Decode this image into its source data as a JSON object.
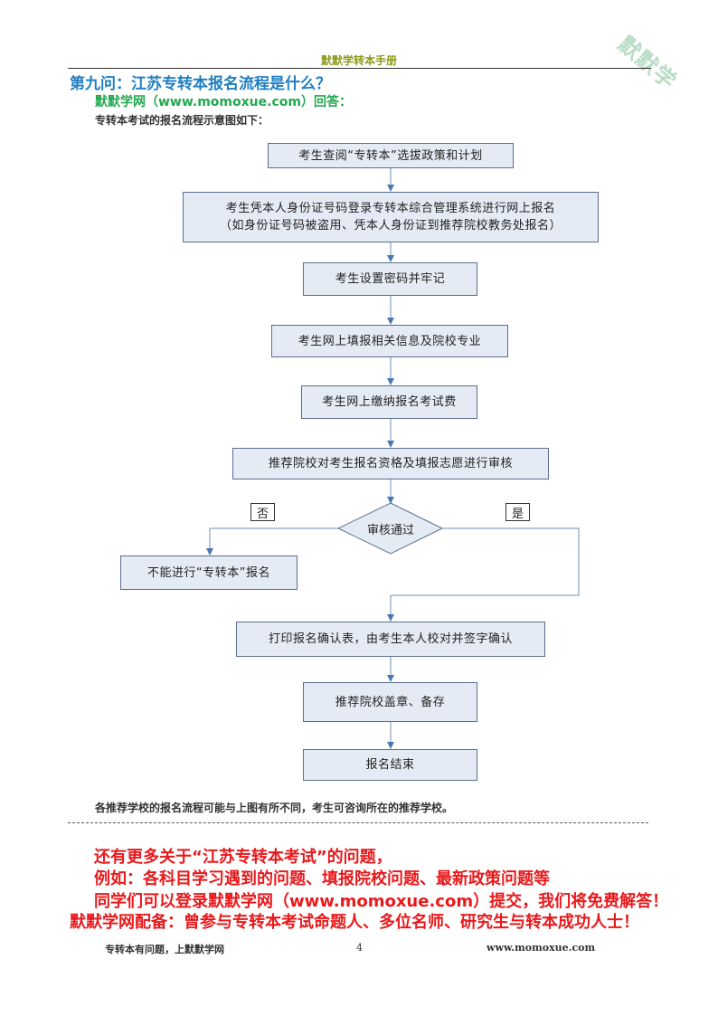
{
  "watermark": "默默学",
  "header": {
    "title": "默默学转本手册"
  },
  "question": {
    "title": "第九问：江苏专转本报名流程是什么？",
    "answer_line": "默默学网（www.momoxue.com）回答：",
    "intro": "专转本考试的报名流程示意图如下："
  },
  "flowchart": {
    "steps": [
      "考生查阅“专转本”选拔政策和计划",
      "考生凭本人身份证号码登录专转本综合管理系统进行网上报名\n（如身份证号码被盗用、凭本人身份证到推荐院校教务处报名）",
      "考生设置密码并牢记",
      "考生网上填报相关信息及院校专业",
      "考生网上缴纳报名考试费",
      "推荐院校对考生报名资格及填报志愿进行审核"
    ],
    "decision": "审核通过",
    "no_label": "否",
    "yes_label": "是",
    "reject": "不能进行“专转本”报名",
    "after_steps": [
      "打印报名确认表，由考生本人校对并签字确认",
      "推荐院校盖章、备存",
      "报名结束"
    ]
  },
  "note": "各推荐学校的报名流程可能与上图有所不同，考生可咨询所在的推荐学校。",
  "promo": {
    "line1": "还有更多关于“江苏专转本考试”的问题，",
    "line2": "例如：各科目学习遇到的问题、填报院校问题、最新政策问题等",
    "line3": "同学们可以登录默默学网（www.momoxue.com）提交，我们将免费解答！",
    "line4": "默默学网配备：曾参与专转本考试命题人、多位名师、研究生与转本成功人士！"
  },
  "footer": {
    "left": "专转本有问题，上默默学网",
    "page": "4",
    "right": "www.momoxue.com"
  },
  "colors": {
    "box_fill": "#e5ebf4",
    "box_border": "#5b6f8a",
    "arrow": "#4a78b0",
    "title_blue": "#1f7fc2",
    "answer_green": "#22a84f",
    "promo_red": "#e8191c"
  }
}
